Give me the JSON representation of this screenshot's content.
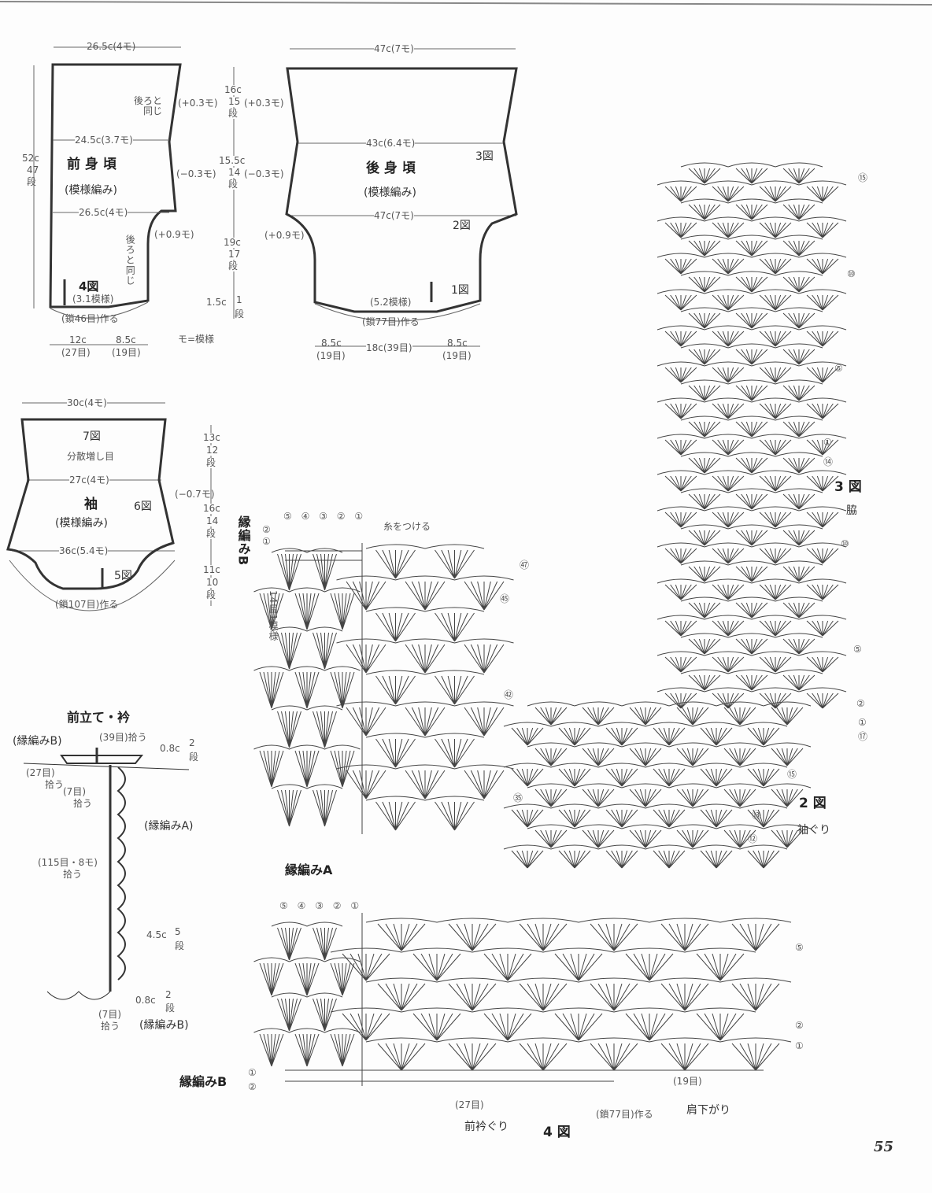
{
  "front": {
    "title": "前 身 頃",
    "subtitle": "(模様編み)",
    "top_width": "26.5c(4モ)",
    "mid_width": "24.5c(3.7モ)",
    "low_width": "26.5c(4モ)",
    "height": "52c",
    "height_rows": "47",
    "height_unit": "段",
    "same_as_back_1": "後ろと同じ",
    "same_as_back_2": "後ろと同じ",
    "plus03": "(+0.3モ)",
    "minus03": "(−0.3モ)",
    "plus09": "(+0.9モ)",
    "fig": "4図",
    "hem": "(3.1模様)",
    "chain": "(鎖46目)作る",
    "b1": "12c",
    "b1s": "(27目)",
    "b2": "8.5c",
    "b2s": "(19目)",
    "legend": "モ=模様"
  },
  "side": {
    "s1": "16c",
    "s1r": "15",
    "s2": "15.5c",
    "s2r": "14",
    "s3": "19c",
    "s3r": "17",
    "s4": "1.5c",
    "s4r": "1",
    "unit": "段",
    "plus03": "(+0.3モ)",
    "minus03": "(−0.3モ)"
  },
  "back": {
    "title": "後 身 頃",
    "subtitle": "(模様編み)",
    "top_width": "47c(7モ)",
    "mid_width": "43c(6.4モ)",
    "low_width": "47c(7モ)",
    "fig3": "3図",
    "fig2": "2図",
    "fig1": "1図",
    "plus09": "(+0.9モ)",
    "hem": "(5.2模様)",
    "chain": "(鎖77目)作る",
    "b1": "8.5c",
    "b1s": "(19目)",
    "b2": "18c(39目)",
    "b3": "8.5c",
    "b3s": "(19目)"
  },
  "sleeve": {
    "title": "袖",
    "subtitle": "(模様編み)",
    "top_width": "30c(4モ)",
    "fig7": "7図",
    "increase": "分散増し目",
    "mid_width": "27c(4モ)",
    "fig6": "6図",
    "low_width": "36c(5.4モ)",
    "fig5": "5図",
    "chain": "(鎖107目)作る",
    "minus07": "(−0.7モ)",
    "s1": "13c",
    "s1r": "12",
    "s2": "16c",
    "s2r": "14",
    "s3": "11c",
    "s3r": "10",
    "unit": "段"
  },
  "band": {
    "title": "前立て・衿",
    "edgeB": "(縁編みB)",
    "pick39": "(39目)拾う",
    "d08": "0.8c",
    "r2": "2",
    "unit": "段",
    "pick27": "(27目)",
    "pick27b": "拾う",
    "pick7": "(7目)",
    "pick7b": "拾う",
    "edgeA": "(縁編みA)",
    "pick115": "(115目・8モ)",
    "pick115b": "拾う",
    "d45": "4.5c",
    "r5": "5",
    "d08b": "0.8c",
    "r2b": "2",
    "pick7c": "(7目)",
    "pick7d": "拾う",
    "edgeB2": "(縁編みB)"
  },
  "chartA": {
    "edgeB_label": "縁編みB",
    "rows": [
      "⑤",
      "④",
      "③",
      "②",
      "①"
    ],
    "attach": "糸をつける",
    "r2": "②",
    "r1": "①",
    "repeat": "14目1模様",
    "edgeA_label": "縁編みA",
    "c47": "㊼",
    "c45": "㊺",
    "c42": "㊷",
    "c35": "㉟"
  },
  "chart3": {
    "fig": "3 図",
    "label": "脇",
    "c15": "⑮",
    "c10": "⑩",
    "c5": "⑤",
    "c1": "①",
    "c14": "⑭",
    "c10b": "⑩",
    "c5b": "⑤",
    "c2": "②",
    "c1b": "①",
    "c17": "⑰"
  },
  "chart2": {
    "fig": "2 図",
    "label": "袖ぐり",
    "c15": "⑮",
    "c13": "⑬",
    "c12": "⑫"
  },
  "chart4": {
    "rows": [
      "⑤",
      "④",
      "③",
      "②",
      "①"
    ],
    "c5": "⑤",
    "c2": "②",
    "c1": "①",
    "edgeB_label": "縁編みB",
    "r1": "①",
    "r2": "②",
    "c19": "(19目)",
    "c27": "(27目)",
    "chain": "(鎖77目)作る",
    "shoulder": "肩下がり",
    "neck": "前衿ぐり",
    "fig": "4 図"
  },
  "page_number": "55"
}
